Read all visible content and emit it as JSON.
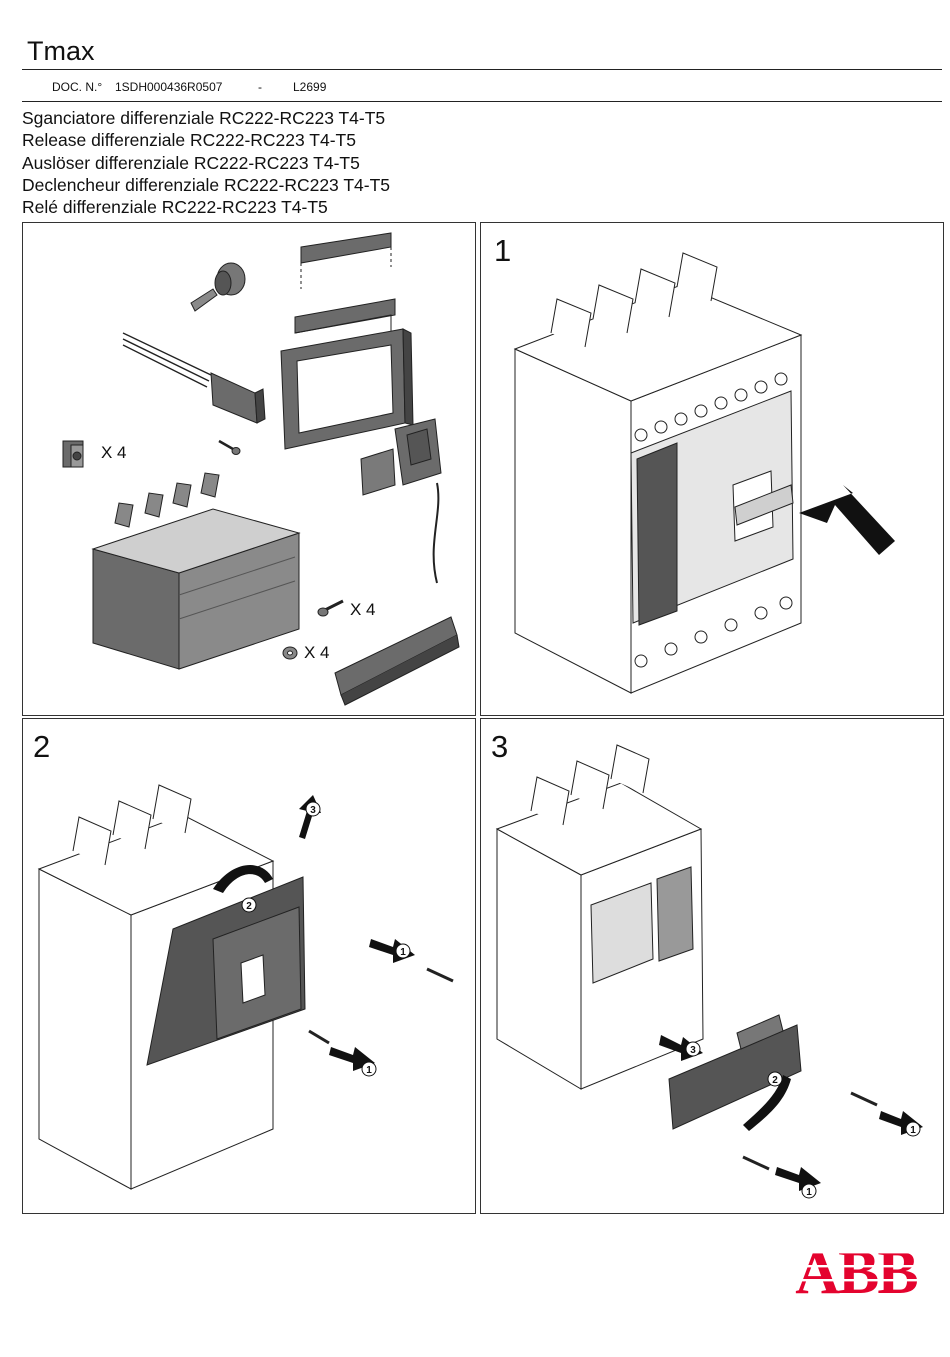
{
  "header": {
    "brand": "Tmax",
    "doc_label": "DOC. N.°",
    "doc_number": "1SDH000436R0507",
    "separator": "-",
    "doc_code": "L2699"
  },
  "titles": [
    "Sganciatore differenziale RC222-RC223  T4-T5",
    "Release differenziale RC222-RC223  T4-T5",
    "Auslöser differenziale RC222-RC223  T4-T5",
    "Declencheur differenziale RC222-RC223  T4-T5",
    "Relé differenziale RC222-RC223  T4-T5"
  ],
  "parts_panel": {
    "qty_terminal": "X 4",
    "qty_screw": "X 4",
    "qty_washer": "X 4"
  },
  "steps": [
    {
      "number": "1"
    },
    {
      "number": "2",
      "callouts": [
        "1",
        "2",
        "3",
        "1"
      ]
    },
    {
      "number": "3",
      "callouts": [
        "3",
        "2",
        "1",
        "1"
      ]
    }
  ],
  "logo": {
    "text": "ABB",
    "color": "#e4032e"
  },
  "colors": {
    "ink": "#111111",
    "part_grey": "#6b6b6b",
    "part_dark": "#4a4a4a"
  }
}
